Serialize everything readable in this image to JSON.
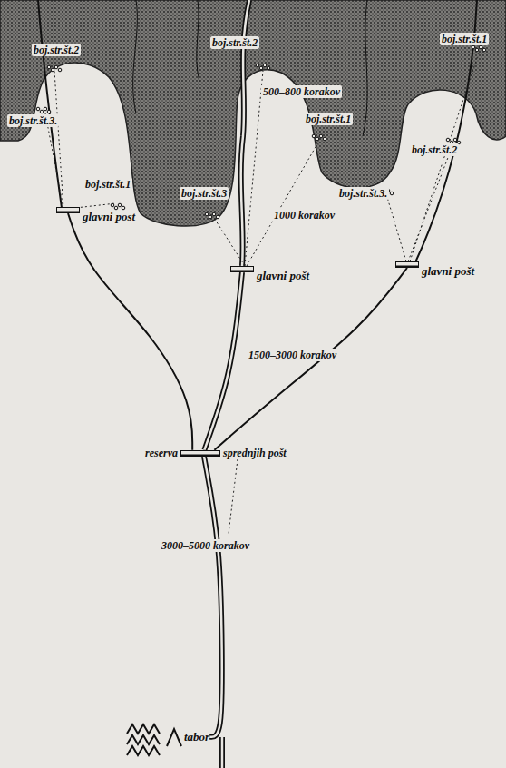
{
  "diagram": {
    "nodes": [
      {
        "text": [
          "glavni post"
        ]
      },
      {
        "text": [
          "glavni pošt"
        ]
      },
      {
        "text": [
          "glavni pošt"
        ]
      },
      {
        "text": [
          "reserva",
          "sprednjih pošt"
        ]
      },
      {
        "text": [
          "tabor"
        ]
      }
    ],
    "edges": [
      {
        "from": 4,
        "to": 3,
        "arrow": "none",
        "label": "3000–5000 korakov"
      },
      {
        "from": 3,
        "to": 0,
        "arrow": "none"
      },
      {
        "from": 3,
        "to": 1,
        "arrow": "none",
        "label": "1500–3000 korakov"
      },
      {
        "from": 3,
        "to": 2,
        "arrow": "none"
      }
    ],
    "labels": [
      "boj.str.št.2",
      "boj.str.št.2",
      "boj.str.št.1",
      "boj.str.št.3.",
      "boj.str.št.1",
      "boj.str.št.3",
      "500–800 korakov",
      "boj.str.št.1",
      "boj.str.št.2",
      "boj.str.št.3.",
      "1000 korakov"
    ]
  }
}
